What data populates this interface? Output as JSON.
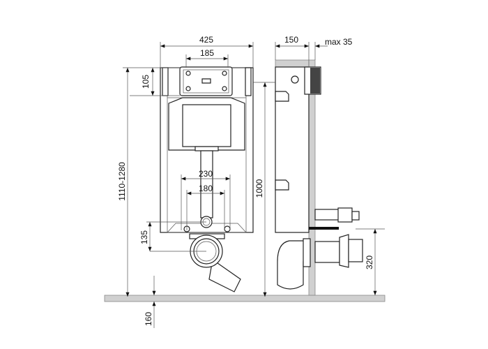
{
  "drawing": {
    "dimensions": {
      "frame_width": "425",
      "plate_width": "185",
      "plate_height": "105",
      "total_height": "1110-1280",
      "support_height": "1000",
      "pipe_spacing_outer": "230",
      "pipe_spacing_inner": "180",
      "drain_offset": "135",
      "floor_thickness": "160",
      "depth": "150",
      "plate_max": "max 35",
      "drain_height": "320"
    },
    "colors": {
      "line": "#222222",
      "wall": "#d0d0d0"
    }
  }
}
